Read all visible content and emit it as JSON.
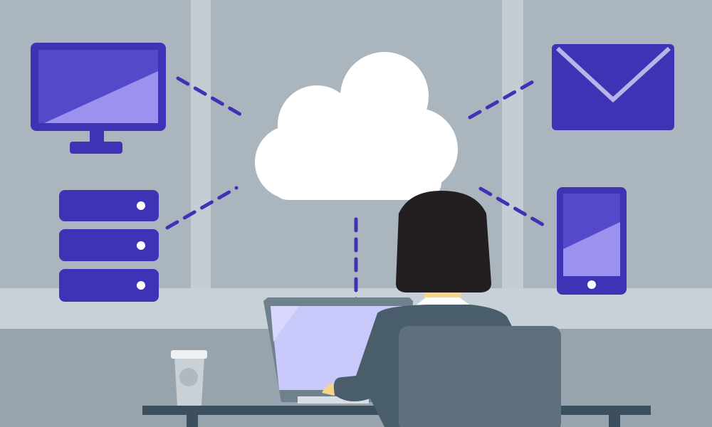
{
  "scene": {
    "icons": [
      "desktop-monitor-icon",
      "server-stack-icon",
      "cloud-icon",
      "envelope-icon",
      "tablet-icon",
      "laptop",
      "coffee-cup",
      "person-at-desk"
    ],
    "colors": {
      "wall": "#aab5be",
      "window_frame": "#c4cdd4",
      "lower_wall": "#97a3ad",
      "device_purple": "#3f33b5",
      "screen_purple": "#5549c9",
      "screen_highlight": "#9b92f0",
      "cloud": "#ffffff",
      "connector_dash": "#3f33b5",
      "hair": "#231f20",
      "skin": "#f5d58a",
      "jacket": "#4a5d6b",
      "chair": "#5e707e",
      "laptop_body": "#6f818d",
      "laptop_screen": "#c9c8fb",
      "desk": "#3b4f5c"
    }
  }
}
